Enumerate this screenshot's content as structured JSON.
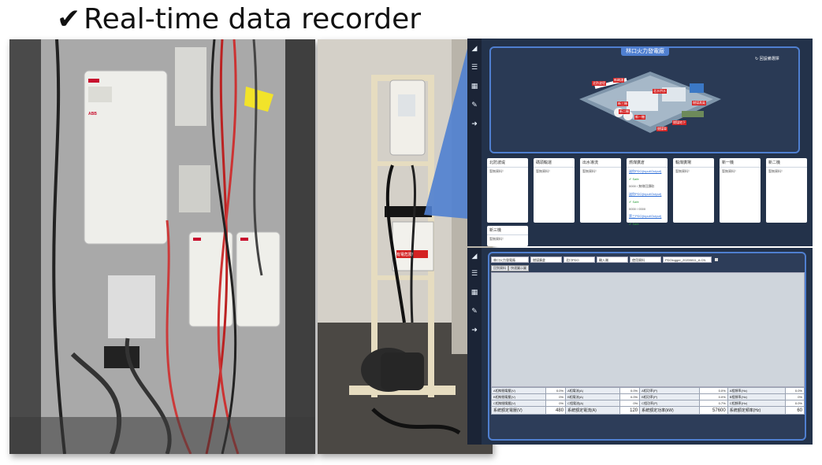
{
  "heading": {
    "check": "✔",
    "text": "Real-time data recorder"
  },
  "photos": {
    "panel_label": "ABB",
    "box_label": "有電危險!"
  },
  "ui_top": {
    "station_title": "林口火力發電廠",
    "back_link": "回設備選擇",
    "map_labels": [
      "北防波堤",
      "新碼頭",
      "北水供水",
      "新三機",
      "新二機",
      "新一機",
      "燃煤蒸氣",
      "燃煤地下",
      "燃煤車"
    ],
    "cards": [
      {
        "title": "北防波堤",
        "status": "暫無資料！"
      },
      {
        "title": "碼頭輸運",
        "status": "暫無資料！"
      },
      {
        "title": "出水導流",
        "status": "暫無資料！"
      },
      {
        "title": "燃煤廣倉",
        "status": "",
        "links": [
          "迷你PDO(Input/Output)",
          "迷你PDO(Input/Output)",
          "第三PDO(Input/Output)"
        ],
        "safe": "Safe",
        "note": "0000 / 無線回讀取",
        "note2": "0000 / 0000"
      },
      {
        "title": "輸煤廣場",
        "status": "暫無資料！"
      },
      {
        "title": "新一機",
        "status": "暫無資料！"
      },
      {
        "title": "新二機",
        "status": "暫無資料！"
      },
      {
        "title": "新三機",
        "status": "暫無資料！"
      }
    ]
  },
  "ui_bottom": {
    "selects": [
      "林口火力發電廠",
      "燃煤廣倉",
      "北口PDO",
      "輸入端",
      "使用資料",
      "PDOlogger_20200811_A.CN"
    ],
    "tabs": [
      "回到資料",
      "快速圖示圖"
    ],
    "rows": [
      {
        "l1": "A相線間電壓(V)",
        "v1": "0.0%",
        "l2": "A相電流(A)",
        "v2": "0.0%",
        "l3": "A相功率(P)",
        "v3": "0.0%",
        "l4": "A相頻率(Hz)",
        "v4": "0.0%"
      },
      {
        "l1": "B相線間電壓(V)",
        "v1": "0%",
        "l2": "B相電流(A)",
        "v2": "0.0%",
        "l3": "B相功率(P)",
        "v3": "0.0%",
        "l4": "B相頻率(Hz)",
        "v4": "0%"
      },
      {
        "l1": "C相線間電壓(V)",
        "v1": "0%",
        "l2": "C相電流(A)",
        "v2": "0%",
        "l3": "C相功率(P)",
        "v3": "0.7%",
        "l4": "C相頻率(Hz)",
        "v4": "0.0%"
      },
      {
        "l1": "系統額定電壓(V)",
        "v1": "480",
        "l2": "系統額定電流(A)",
        "v2": "120",
        "l3": "系統額定功率(kW)",
        "v3": "57600",
        "l4": "系統額定頻率(Hz)",
        "v4": "60"
      }
    ]
  },
  "colors": {
    "frame_blue": "#4f7fd0",
    "ui_bg": "#23324a",
    "safe_green": "#2e9e3e",
    "link_blue": "#2a6bd6"
  }
}
